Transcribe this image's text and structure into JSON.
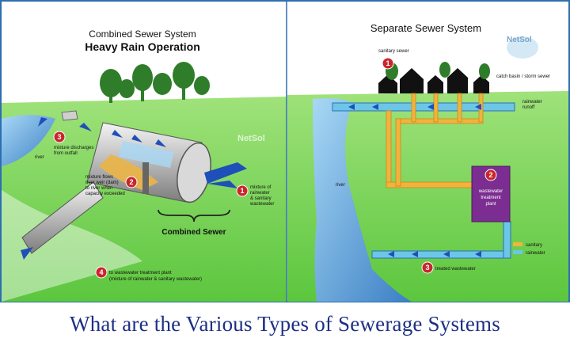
{
  "left_panel": {
    "title_line1": "Combined Sewer System",
    "title_line2": "Heavy Rain Operation",
    "watermark": "NetSol",
    "river_label": "river",
    "combined_sewer_label": "Combined Sewer",
    "steps": [
      {
        "number": "3",
        "text_lines": [
          "mixture discharges",
          "from outfall"
        ]
      },
      {
        "number": "2",
        "text_lines": [
          "mixture flows",
          "over weir (dam)",
          "to river when",
          "capacity exceeded"
        ]
      },
      {
        "number": "1",
        "text_lines": [
          "mixture of",
          "rainwater",
          "& sanitary",
          "wastewater"
        ]
      },
      {
        "number": "4",
        "text_lines": [
          "to wastewater treatment plant",
          "(mixture of rainwater & sanitary wastewater)"
        ]
      }
    ]
  },
  "right_panel": {
    "title": "Separate Sewer System",
    "watermark": "NetSol",
    "sanitary_sewer_label": "sanitary sewer",
    "catch_basin_label": "catch basin / storm sewer",
    "stormwater_runoff_lines": [
      "rainwater",
      "runoff"
    ],
    "river_label": "river",
    "plant": {
      "number": "2",
      "lines": [
        "wastewater",
        "treatment",
        "plant"
      ]
    },
    "treated_wastewater": {
      "number": "3",
      "text": "treated wastewater"
    },
    "step1_number": "1",
    "legend": [
      {
        "label": "sanitary",
        "color": "#f2b33d"
      },
      {
        "label": "rainwater",
        "color": "#6cc6e8"
      }
    ]
  },
  "caption": "What are the Various Types of Sewerage Systems",
  "colors": {
    "sky": "#ffffff",
    "grass": "#7ed957",
    "water": "#5ba3d9",
    "sanitary_pipe": "#f2b33d",
    "storm_pipe": "#6cc6e8",
    "plant": "#7b2d91",
    "marker": "#c9262c",
    "caption": "#1d2f84"
  }
}
